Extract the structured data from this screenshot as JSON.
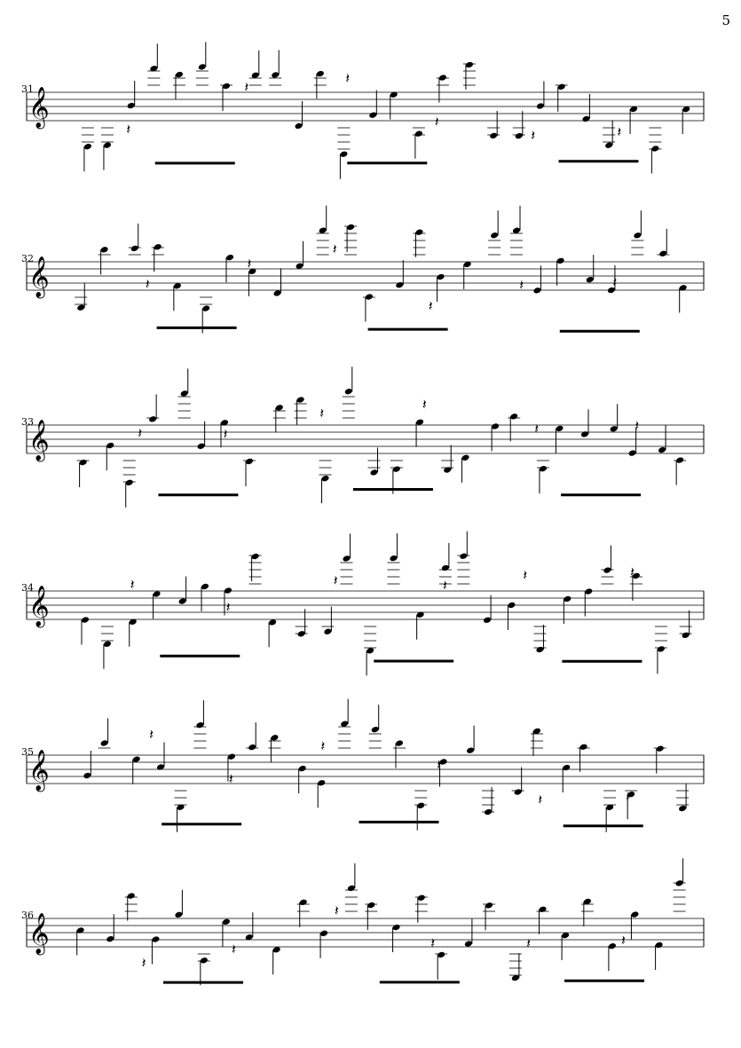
{
  "page": {
    "number": "5"
  },
  "systems": [
    {
      "measure": "31"
    },
    {
      "measure": "32"
    },
    {
      "measure": "33"
    },
    {
      "measure": "34"
    },
    {
      "measure": "35"
    },
    {
      "measure": "36"
    }
  ],
  "icons": {
    "clef": "treble-clef-icon",
    "rest": "quarter-rest-icon"
  }
}
